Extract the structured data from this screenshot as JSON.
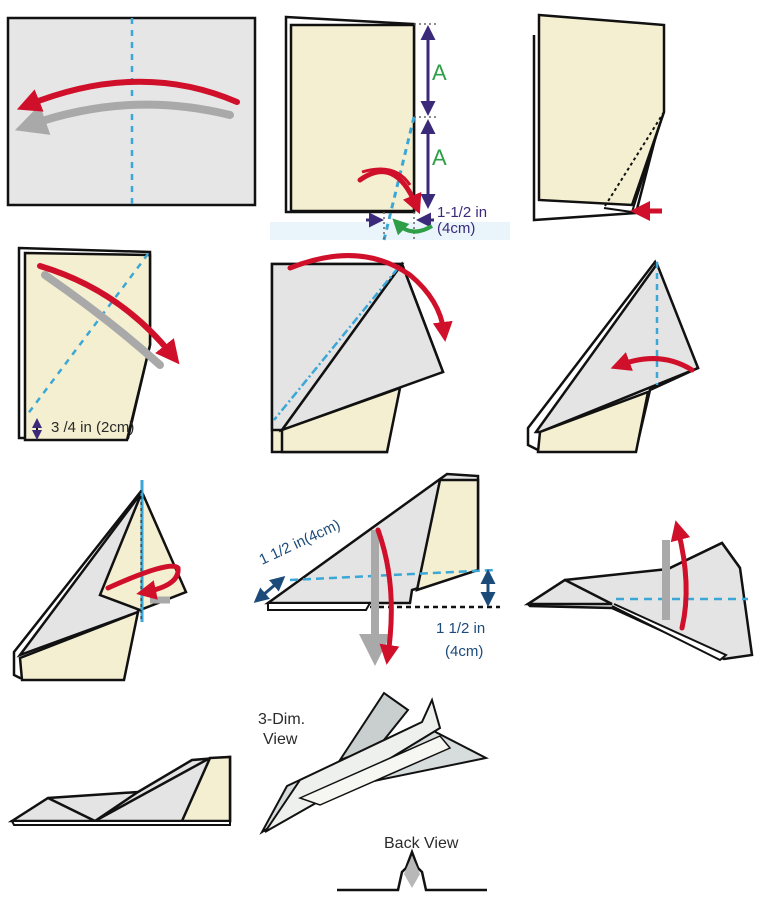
{
  "title": "Paper airplane folding instructions",
  "colors": {
    "paper_front": "#f4efd0",
    "paper_back": "#e4e4e4",
    "outline": "#111111",
    "fold_line": "#3ba7d6",
    "arrow_red": "#d0102a",
    "arrow_shadow": "#a9a9a9",
    "dimension_purple": "#3b2a7a",
    "dimension_green": "#2e9e47",
    "dimension_navy": "#1c4b7a",
    "text_dark": "#2a2a2a"
  },
  "steps": [
    {
      "id": 1,
      "desc": "Fold sheet in half along vertical center line",
      "labels": []
    },
    {
      "id": 2,
      "desc": "Measure two equal segments A, fold corner",
      "labels": {
        "a_top": "A",
        "a_bottom": "A",
        "measure_line1": "1-1/2 in",
        "measure_line2": "(4cm)"
      }
    },
    {
      "id": 3,
      "desc": "Corner folded behind",
      "labels": []
    },
    {
      "id": 4,
      "desc": "Fold top corner diagonally down",
      "labels": {
        "measure": "3 /4 in (2cm)"
      }
    },
    {
      "id": 5,
      "desc": "Fold along dash-dot line",
      "labels": []
    },
    {
      "id": 6,
      "desc": "Fold tip back along vertical line",
      "labels": []
    },
    {
      "id": 7,
      "desc": "Fold over and tuck",
      "labels": []
    },
    {
      "id": 8,
      "desc": "Fold wing down",
      "labels": {
        "measure_diag": "1 1/2 in(4cm)",
        "measure_right_line1": "1 1/2 in",
        "measure_right_line2": "(4cm)"
      }
    },
    {
      "id": 9,
      "desc": "Fold wing up",
      "labels": []
    },
    {
      "id": 10,
      "desc": "Side view of finished plane",
      "labels": []
    },
    {
      "id": 11,
      "desc": "3D view of finished plane",
      "labels": {
        "view_line1": "3-Dim.",
        "view_line2": "View"
      }
    },
    {
      "id": 12,
      "desc": "Back view",
      "labels": {
        "back_view": "Back View"
      }
    }
  ]
}
